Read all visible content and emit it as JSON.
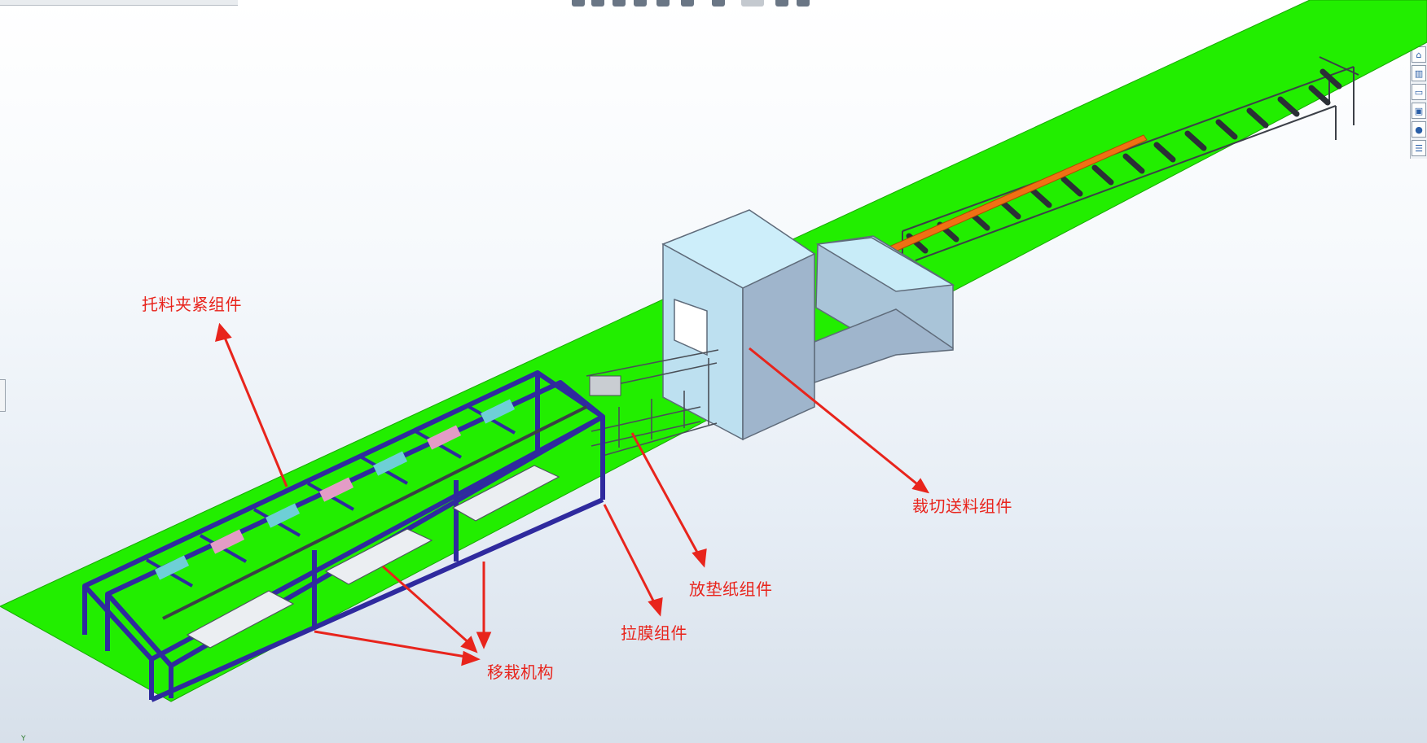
{
  "labels": {
    "pallet_clamp": "托料夹紧组件",
    "cutting_feed": "裁切送料组件",
    "paper_place": "放垫纸组件",
    "film_pull": "拉膜组件",
    "transfer": "移栽机构"
  },
  "colors": {
    "floor": "#22ee00",
    "frame": "#2f2a9e",
    "housing": "#c2e6f5",
    "callout": "#e8241c",
    "strip": "#f07014"
  },
  "triad": {
    "axis": "Y"
  },
  "taskpane": {
    "icons": [
      "home-icon",
      "parts-icon",
      "folder-icon",
      "view-palette-icon",
      "appearance-icon",
      "properties-icon"
    ]
  }
}
